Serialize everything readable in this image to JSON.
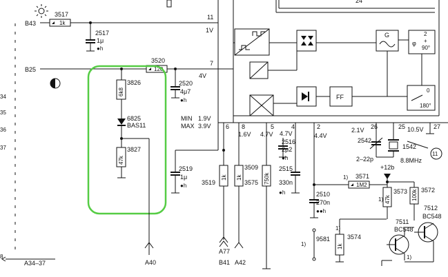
{
  "nets": {
    "b43": "B43",
    "b25": "B25",
    "a34_37": "A34–37",
    "a40": "A40",
    "a77": "A77",
    "b41": "B41",
    "a42": "A42",
    "left_34": "34",
    "left_35": "35",
    "left_36": "36",
    "left_37": "37",
    "left_8": "8"
  },
  "pins": {
    "p11": "11",
    "p7": "7",
    "p6": "6",
    "p8": "8",
    "p5": "5",
    "p4": "4",
    "p2": "2",
    "p26": "26",
    "p25": "25",
    "p27": "27",
    "p11b": "11",
    "p24": "24"
  },
  "voltages": {
    "v1v": "1V",
    "v4v": "4V",
    "min": "MIN",
    "max": "MAX",
    "min_v": "1.9V",
    "max_v": "3.9V",
    "v16": "1.6V",
    "v47a": "4.7V",
    "v47b": "4.7V",
    "v44": "4.4V",
    "v21": "2.1V",
    "v105": "10.5V",
    "v12b": "+12b"
  },
  "components": {
    "r3517": "3517",
    "r3517_val": "1k",
    "c2517": "2517",
    "c2517_val": "1μ",
    "c2517_h": "●h",
    "r3520": "3520",
    "r3520_val": "120",
    "c2520": "2520",
    "c2520_val": "4μ7",
    "c2520_h": "●h",
    "r3826": "3826",
    "r3826_val": "6k8",
    "d6825": "6825",
    "d6825_type": "BAS11",
    "r3827": "3827",
    "r3827_val": "47k",
    "c2519": "2519",
    "c2519_val": "1μ",
    "c2519_h": "●h",
    "r3519": "3519",
    "r3519_val": "1k",
    "r3509": "3509",
    "r3509_val": "1k",
    "r3575": "3575",
    "r3575_val": "750k",
    "c2516": "2516",
    "c2516_val": "2μ2",
    "c2516_h": "●h",
    "c2515": "2515",
    "c2515_val": "330n",
    "c2515_h": "●h",
    "c2510": "2510",
    "c2510_val": "270n",
    "c2510_h": "●●h",
    "r3571": "3571",
    "r3571_val": "1M2",
    "r3571_note": "1)",
    "r3573": "3573",
    "r3573_val": "47k",
    "r3573_note": "1)",
    "r3572": "3572",
    "r3572_val": "100k",
    "c2542": "2542",
    "c2542_val": "2–22p",
    "x1542": "1542",
    "x1542_val": "8.8MHz",
    "r9581": "9581",
    "r9581_note": "1)",
    "r3574": "3574",
    "r3574_val": "1k",
    "r3574_note": "1)",
    "t7511": "7511",
    "t7511_type": "BC548",
    "t7511_note": "1)",
    "t7512": "7512",
    "t7512_type": "BC548",
    "tp11": "11",
    "note_1a": "1)"
  },
  "ic": {
    "g_label": "G",
    "phi_label": "φ",
    "phi_a": "2",
    "phi_b": "+",
    "phi_c": "90°",
    "sw_a": "0",
    "sw_b": "180°",
    "ff_label": "FF"
  },
  "highlight_color": "#55cc44"
}
